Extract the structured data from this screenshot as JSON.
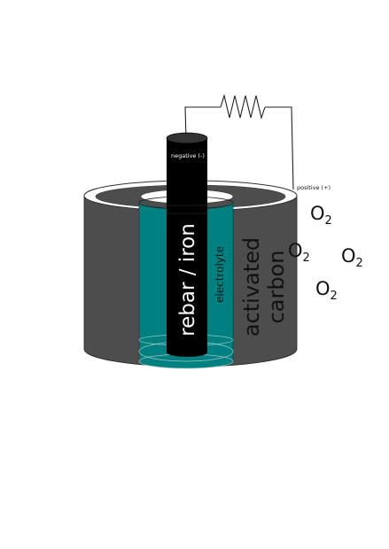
{
  "labels": {
    "negative": "negative (-)",
    "positive": "positive (+)",
    "rebar": "rebar / iron",
    "electrolyte": "electrolyte",
    "carbon_line1": "activated",
    "carbon_line2": "carbon"
  },
  "oxygen": {
    "symbol": "O",
    "subscript": "2",
    "count": 4
  },
  "colors": {
    "carbon": "#4d4d4d",
    "electrolyte": "#008080",
    "rebar": "#000000",
    "wire": "#222222"
  }
}
